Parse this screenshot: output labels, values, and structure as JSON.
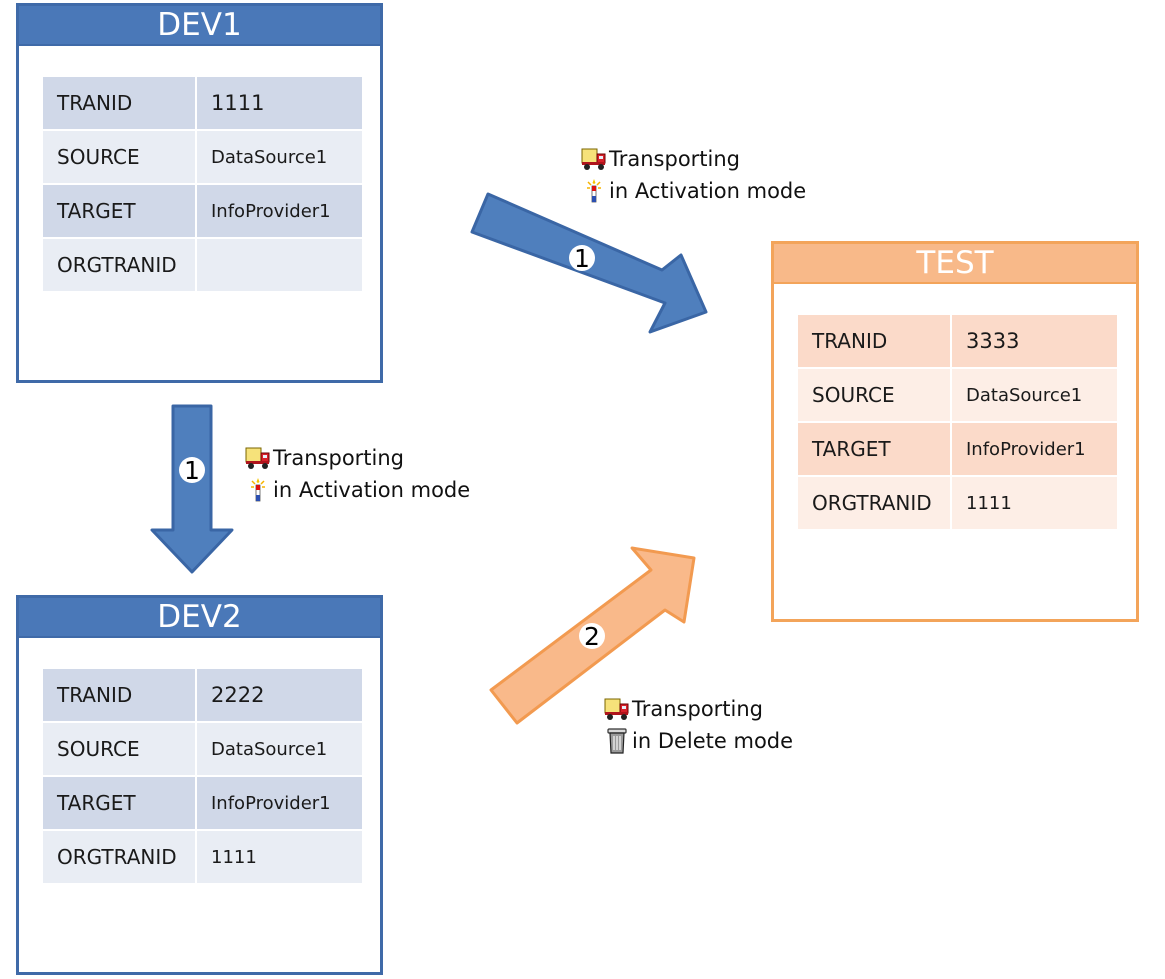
{
  "panels": {
    "dev1": {
      "title": "DEV1",
      "rows": [
        {
          "key": "TRANID",
          "value": "1111"
        },
        {
          "key": "SOURCE",
          "value": "DataSource1"
        },
        {
          "key": "TARGET",
          "value": "InfoProvider1"
        },
        {
          "key": "ORGTRANID",
          "value": ""
        }
      ]
    },
    "dev2": {
      "title": "DEV2",
      "rows": [
        {
          "key": "TRANID",
          "value": "2222"
        },
        {
          "key": "SOURCE",
          "value": "DataSource1"
        },
        {
          "key": "TARGET",
          "value": "InfoProvider1"
        },
        {
          "key": "ORGTRANID",
          "value": "1111"
        }
      ]
    },
    "test": {
      "title": "TEST",
      "rows": [
        {
          "key": "TRANID",
          "value": "3333"
        },
        {
          "key": "SOURCE",
          "value": "DataSource1"
        },
        {
          "key": "TARGET",
          "value": "InfoProvider1"
        },
        {
          "key": "ORGTRANID",
          "value": "1111"
        }
      ]
    }
  },
  "arrows": {
    "dev1_to_test": {
      "number": "1",
      "color": "#4f7fbd"
    },
    "dev1_to_dev2": {
      "number": "1",
      "color": "#4f7fbd"
    },
    "dev2_to_test": {
      "number": "2",
      "color": "#f9b98a"
    }
  },
  "notes": {
    "dev1_to_test": {
      "line1": "Transporting",
      "line2": "in Activation mode",
      "icon1": "truck-icon",
      "icon2": "magic-wand-icon"
    },
    "dev1_to_dev2": {
      "line1": "Transporting",
      "line2": "in Activation mode",
      "icon1": "truck-icon",
      "icon2": "magic-wand-icon"
    },
    "dev2_to_test": {
      "line1": "Transporting",
      "line2": "in Delete mode",
      "icon1": "truck-icon",
      "icon2": "trash-can-icon"
    }
  },
  "colors": {
    "blue_border": "#3f6aa8",
    "blue_header": "#4a78b8",
    "orange_border": "#f3a45a",
    "orange_header": "#f8b989"
  }
}
